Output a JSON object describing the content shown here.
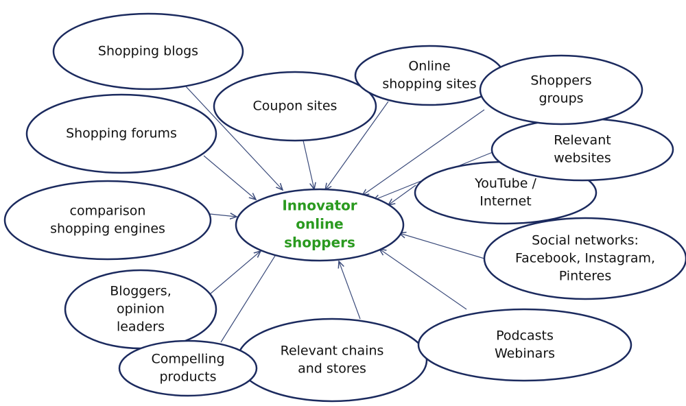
{
  "center": {
    "id": "center",
    "lines": [
      "Innovator",
      "online",
      "shoppers"
    ],
    "text_color": "#2a9a1f"
  },
  "outline_color": "#1b2a5e",
  "arrow_color": "#3a4a7a",
  "nodes": [
    {
      "id": "shopping-blogs",
      "lines": [
        "Shopping blogs"
      ]
    },
    {
      "id": "coupon-sites",
      "lines": [
        "Coupon sites"
      ]
    },
    {
      "id": "shopping-forums",
      "lines": [
        "Shopping forums"
      ]
    },
    {
      "id": "comparison-engines",
      "lines": [
        "comparison",
        "shopping engines"
      ]
    },
    {
      "id": "bloggers",
      "lines": [
        "Bloggers,",
        "opinion",
        "leaders"
      ]
    },
    {
      "id": "relevant-chains",
      "lines": [
        "Relevant chains",
        "and stores"
      ]
    },
    {
      "id": "compelling-products",
      "lines": [
        "Compelling",
        "products"
      ]
    },
    {
      "id": "podcasts",
      "lines": [
        "Podcasts",
        "Webinars"
      ]
    },
    {
      "id": "social-networks",
      "lines": [
        "Social networks:",
        "Facebook, Instagram,",
        "Pinteres"
      ]
    },
    {
      "id": "youtube",
      "lines": [
        "YouTube /",
        "Internet"
      ]
    },
    {
      "id": "relevant-websites",
      "lines": [
        "Relevant",
        "websites"
      ]
    },
    {
      "id": "online-shopping-sites",
      "lines": [
        "Online",
        "shopping sites"
      ]
    },
    {
      "id": "shoppers-groups",
      "lines": [
        "Shoppers",
        "groups"
      ]
    }
  ],
  "edges": [
    {
      "from": "shopping-blogs",
      "to": "center"
    },
    {
      "from": "coupon-sites",
      "to": "center"
    },
    {
      "from": "shopping-forums",
      "to": "center"
    },
    {
      "from": "comparison-engines",
      "to": "center"
    },
    {
      "from": "bloggers",
      "to": "center"
    },
    {
      "from": "relevant-chains",
      "to": "center"
    },
    {
      "from": "compelling-products",
      "to": "center"
    },
    {
      "from": "podcasts",
      "to": "center"
    },
    {
      "from": "social-networks",
      "to": "center"
    },
    {
      "from": "youtube",
      "to": "center"
    },
    {
      "from": "relevant-websites",
      "to": "center"
    },
    {
      "from": "online-shopping-sites",
      "to": "center"
    },
    {
      "from": "shoppers-groups",
      "to": "center"
    }
  ]
}
